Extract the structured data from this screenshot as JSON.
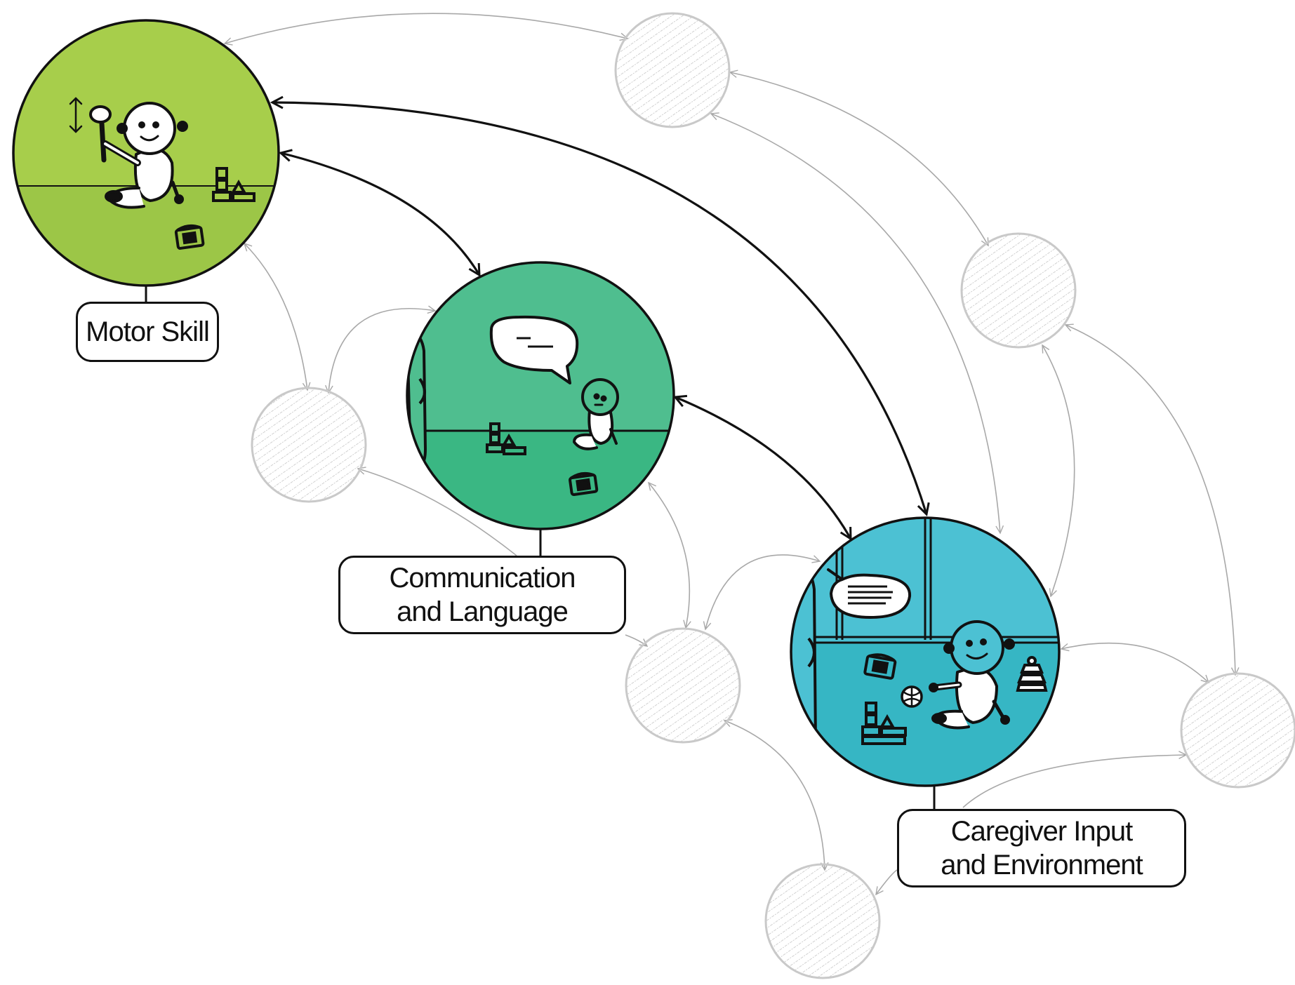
{
  "nodes": [
    {
      "id": "motor",
      "label_lines": [
        "Motor Skill"
      ],
      "color_top": "#a7ce4b",
      "color_bottom": "#9cc647"
    },
    {
      "id": "comm",
      "label_lines": [
        "Communication",
        "and Language"
      ],
      "color_top": "#4fbe8f",
      "color_bottom": "#3ab783"
    },
    {
      "id": "care",
      "label_lines": [
        "Caregiver Input",
        "and Environment"
      ],
      "color_top": "#4cc1d3",
      "color_bottom": "#36b6c4"
    }
  ],
  "placeholder_node_count": 6,
  "colors": {
    "outline": "#111111",
    "faint_line": "#a8a8a8",
    "placeholder_stroke": "#c9c9c9",
    "hatch": "#bdbdbd"
  }
}
